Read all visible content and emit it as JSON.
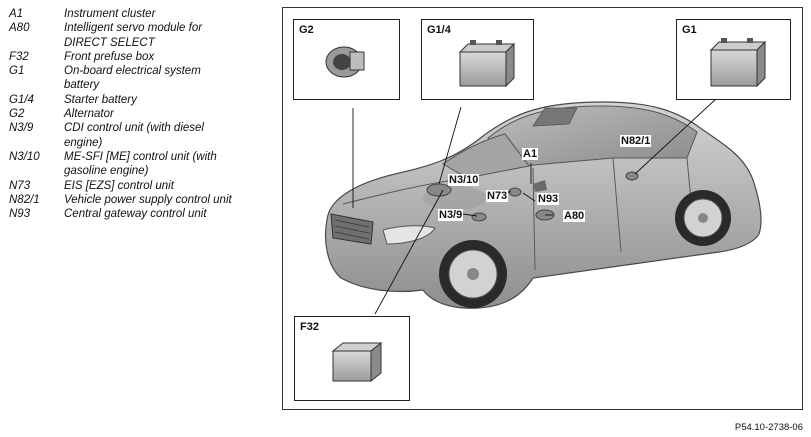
{
  "legend": [
    {
      "code": "A1",
      "lines": [
        "Instrument cluster"
      ]
    },
    {
      "code": "A80",
      "lines": [
        "Intelligent servo module for",
        "DIRECT SELECT"
      ]
    },
    {
      "code": "F32",
      "lines": [
        "Front prefuse box"
      ]
    },
    {
      "code": "G1",
      "lines": [
        "On-board electrical system",
        "battery"
      ]
    },
    {
      "code": "G1/4",
      "lines": [
        "Starter battery"
      ]
    },
    {
      "code": "G2",
      "lines": [
        "Alternator"
      ]
    },
    {
      "code": "N3/9",
      "lines": [
        "CDI control unit (with diesel",
        "engine)"
      ]
    },
    {
      "code": "N3/10",
      "lines": [
        "ME-SFI [ME] control unit (with",
        "gasoline engine)"
      ]
    },
    {
      "code": "N73",
      "lines": [
        "EIS [EZS] control unit"
      ]
    },
    {
      "code": "N82/1",
      "lines": [
        "Vehicle power supply control unit"
      ]
    },
    {
      "code": "N93",
      "lines": [
        "Central gateway control unit"
      ]
    }
  ],
  "insets": {
    "g2": "G2",
    "g14": "G1/4",
    "g1": "G1",
    "f32": "F32"
  },
  "callouts": {
    "a1": "A1",
    "n310": "N3/10",
    "n73": "N73",
    "n93": "N93",
    "n39": "N3/9",
    "a80": "A80",
    "n821": "N82/1"
  },
  "reference": "P54.10-2738-06"
}
